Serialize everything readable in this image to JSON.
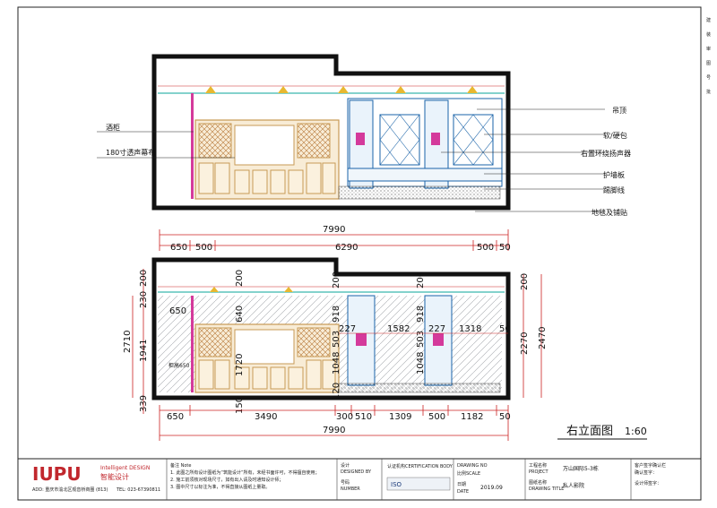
{
  "top_elevation": {
    "left_labels": [
      "酒柜",
      "180寸透声幕布"
    ],
    "right_labels": [
      "吊顶",
      "软/硬包",
      "右置环绕扬声器",
      "护墙板",
      "踢脚线",
      "地毯及铺贴"
    ]
  },
  "overall_dims": {
    "top_total": "7990",
    "top_segments": [
      "650",
      "500",
      "6290",
      "500",
      "50"
    ],
    "bottom_segments": [
      "650",
      "3490",
      "300",
      "510",
      "1309",
      "500",
      "1182",
      "50"
    ],
    "bottom_total": "7990"
  },
  "left_vertical_dims": [
    "200",
    "230",
    "2710",
    "1941",
    "339"
  ],
  "left_inner_dims": [
    "650",
    "柜高650"
  ],
  "inner_dims": [
    "200",
    "640",
    "1720",
    "150",
    "200",
    "918",
    "503",
    "1048",
    "120",
    "200",
    "918",
    "503",
    "1048",
    "227",
    "1582",
    "227",
    "1318",
    "50"
  ],
  "right_vertical_dims": [
    "200",
    "2270",
    "2470"
  ],
  "drawing_title": {
    "name": "右立面图",
    "scale": "1:60"
  },
  "title_block": {
    "logo": "IUPU",
    "company_en": "Intelligent DESIGN",
    "company_cn": "智能设计",
    "address": "ADD: 重庆市渝北区观音桥商圈 (813)",
    "tel": "TEL: 023-67390811",
    "notes_title": "备注 Note",
    "notes": [
      "1. 此图之所有设计图纸为“筑能设计”所有，未经书面许可，不得擅自使用；",
      "2. 施工前须核对现场尺寸，如有出入请及时通知设计师；",
      "3. 图中尺寸以标注为准，不得直接从图纸上量取。"
    ],
    "designer_label": "设计",
    "designer_en": "DESIGNED BY",
    "number_label": "号码",
    "number_en": "NUMBER",
    "cert_label": "认证机构",
    "cert_en": "CERTIFICATION BODY",
    "cert_logo": "ISO",
    "drawing_no_label": "DRAWING NO",
    "scale_label": "比例",
    "scale_en": "SCALE",
    "date_label": "日期",
    "date_en": "DATE",
    "date_value": "2019.09",
    "project_label": "工程名称",
    "project_en": "PROJECT",
    "project_value": "万山国际5-3栋",
    "title_label": "图纸名称",
    "title_en": "DRAWING TITLE",
    "title_value": "私人影院",
    "client_label": "客户签字确认栏",
    "client_sub": "确认签字：",
    "designer_confirm": "设计师签字："
  },
  "margin_chars": [
    "建",
    "装",
    "审",
    "图",
    "号",
    "批"
  ],
  "colors": {
    "wall": "#1a1a1a",
    "cabinet": "#c79a55",
    "panel": "#1a63a8",
    "magenta": "#d43a9b",
    "hatch": "#9aa0a6",
    "dim_red": "#cc2222",
    "teal": "#0aa69a"
  }
}
